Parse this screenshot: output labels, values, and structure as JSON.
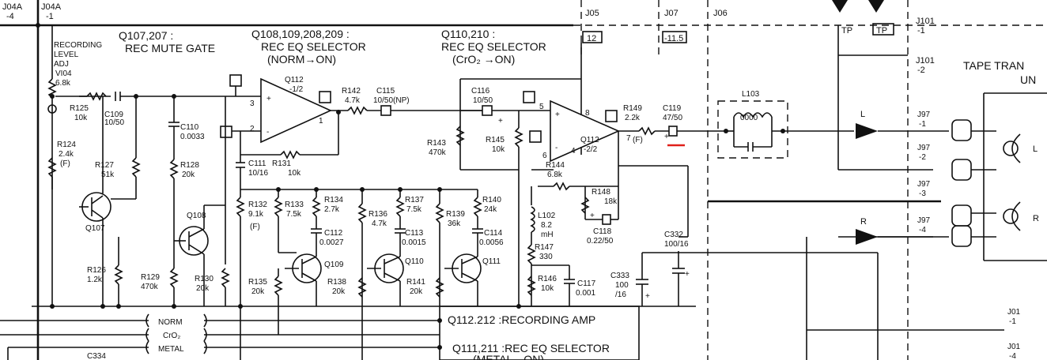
{
  "colors": {
    "ink": "#111111",
    "background": "#ffffff",
    "marker": "#e0201a"
  },
  "connectors": {
    "j04a": "J04A",
    "j04a_pin": "-4",
    "j04a2": "J04A",
    "j04a2_pin": "-1",
    "j05": "J05",
    "j07": "J07",
    "j06": "J06",
    "j101": "J101",
    "j101_pin1": "-1",
    "j101_pin2": "-2",
    "j97a": "J97",
    "j97a_pin": "-1",
    "j97b": "J97",
    "j97b_pin": "-2",
    "j97c": "J97",
    "j97c_pin": "-3",
    "j97d": "J97",
    "j97d_pin": "-4",
    "j01a": "J01",
    "j01a_pin": "-1",
    "j01b": "J01",
    "j01b_pin": "-4",
    "tp1": "TP",
    "tp2": "TP",
    "box12": "12",
    "box11": "-11.5"
  },
  "titles": {
    "t1a": "Q107,207 :",
    "t1b": "REC MUTE GATE",
    "t2a": "Q108,109,208,209 :",
    "t2b": "REC EQ SELECTOR",
    "t2c": "(NORM→ON)",
    "t3a": "Q110,210 :",
    "t3b": "REC EQ SELECTOR",
    "t3c": "(CrO₂ →ON)",
    "tape_a": "TAPE TRAN",
    "tape_b": "UN"
  },
  "legend": {
    "rec_level_1": "RECORDING",
    "rec_level_2": "LEVEL",
    "rec_level_3": "ADJ",
    "rec_level_4": "VI04",
    "rec_level_5": "6.8k"
  },
  "parts": {
    "r125": "R125",
    "r125v": "10k",
    "c109": "C109",
    "c109v": "10/50",
    "r124": "R124",
    "r124v": "2.4k",
    "r124f": "(F)",
    "r127": "R127",
    "r127v": "51k",
    "q107": "Q107",
    "r126": "R126",
    "r126v": "1.2k",
    "c110": "C110",
    "c110v": "0.0033",
    "r128": "R128",
    "r128v": "20k",
    "q108": "Q108",
    "r129": "R129",
    "r129v": "470k",
    "r130": "R130",
    "r130v": "20k",
    "q112a": "Q112",
    "q112av": "-1/2",
    "r131": "R131",
    "r131v": "10k",
    "c111": "C111",
    "c111v": "10/16",
    "r142": "R142",
    "r142v": "4.7k",
    "c115": "C115",
    "c115v": "10/50(NP)",
    "r132": "R132",
    "r132v": "9.1k",
    "r132f": "(F)",
    "r133": "R133",
    "r133v": "7.5k",
    "r134": "R134",
    "r134v": "2.7k",
    "c112": "C112",
    "c112v": "0.0027",
    "r136": "R136",
    "r136v": "4.7k",
    "r137": "R137",
    "r137v": "7.5k",
    "c113": "C113",
    "c113v": "0.0015",
    "r139": "R139",
    "r139v": "36k",
    "r140": "R140",
    "r140v": "24k",
    "c114": "C114",
    "c114v": "0.0056",
    "q109": "Q109",
    "q110": "Q110",
    "q111": "Q111",
    "r135": "R135",
    "r135v": "20k",
    "r138": "R138",
    "r138v": "20k",
    "r141": "R141",
    "r141v": "20k",
    "c116": "C116",
    "c116v": "10/50",
    "r143": "R143",
    "r143v": "470k",
    "r145": "R145",
    "r145v": "10k",
    "q112b": "Q112",
    "q112bv": "-2/2",
    "r144": "R144",
    "r144v": "6.8k",
    "r148": "R148",
    "r148v": "18k",
    "r149": "R149",
    "r149v": "2.2k",
    "r149f": "(F)",
    "c119": "C119",
    "c119v": "47/50",
    "l102": "L102",
    "l102v": "8.2",
    "l102u": "mH",
    "r147": "R147",
    "r147v": "330",
    "c118": "C118",
    "c118v": "0.22/50",
    "r146": "R146",
    "r146v": "10k",
    "c117": "C117",
    "c117v": "0.001",
    "c333": "C333",
    "c333v": "100",
    "c333v2": "/16",
    "c332": "C332",
    "c332v": "100/16",
    "l103": "L103",
    "l103coil": "0000",
    "c334": "C334"
  },
  "pins": {
    "p3": "3",
    "p2": "2",
    "p1": "1",
    "p5": "5",
    "p6": "6",
    "p7": "7",
    "p8": "8",
    "p4": "4",
    "plus": "+",
    "minus": "-"
  },
  "signals": {
    "norm": "NORM",
    "cro2": "CrO₂",
    "metal": "METAL",
    "l": "L",
    "r": "R",
    "rtxt": "R"
  },
  "notes": {
    "q112": "Q112.212 :RECORDING AMP",
    "q111": "Q111,211 :REC EQ SELECTOR",
    "metal_on": "(METAL→ON)"
  }
}
